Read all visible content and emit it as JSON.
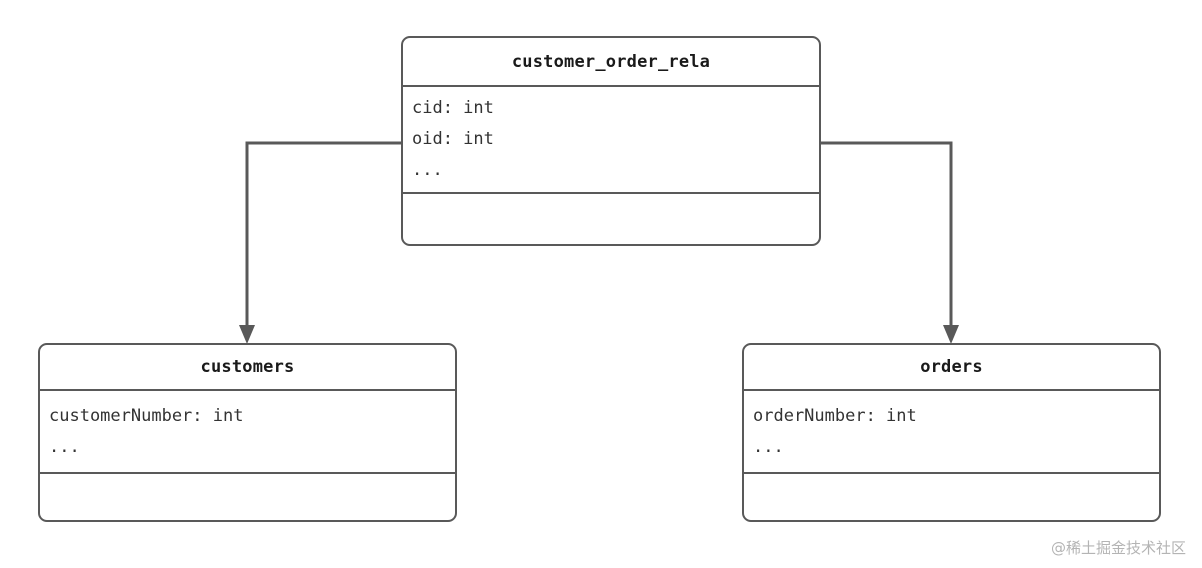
{
  "diagram": {
    "type": "er-class-diagram",
    "background_color": "#ffffff",
    "line_color": "#595959",
    "title_color": "#1a1a1a",
    "attribute_color": "#333333",
    "entities": [
      {
        "id": "customer_order_rela",
        "name": "customer_order_rela",
        "attributes": [
          "cid: int",
          "oid: int",
          "..."
        ],
        "methods": []
      },
      {
        "id": "customers",
        "name": "customers",
        "attributes": [
          "customerNumber: int",
          "..."
        ],
        "methods": []
      },
      {
        "id": "orders",
        "name": "orders",
        "attributes": [
          "orderNumber: int",
          "..."
        ],
        "methods": []
      }
    ],
    "relations": [
      {
        "id": "rel-to-customers",
        "from": "customer_order_rela",
        "to": "customers",
        "arrow": "solid-filled-triangle"
      },
      {
        "id": "rel-to-orders",
        "from": "customer_order_rela",
        "to": "orders",
        "arrow": "solid-filled-triangle"
      }
    ]
  },
  "watermark": {
    "text": "@稀土掘金技术社区",
    "color": "#b4b4b4"
  }
}
